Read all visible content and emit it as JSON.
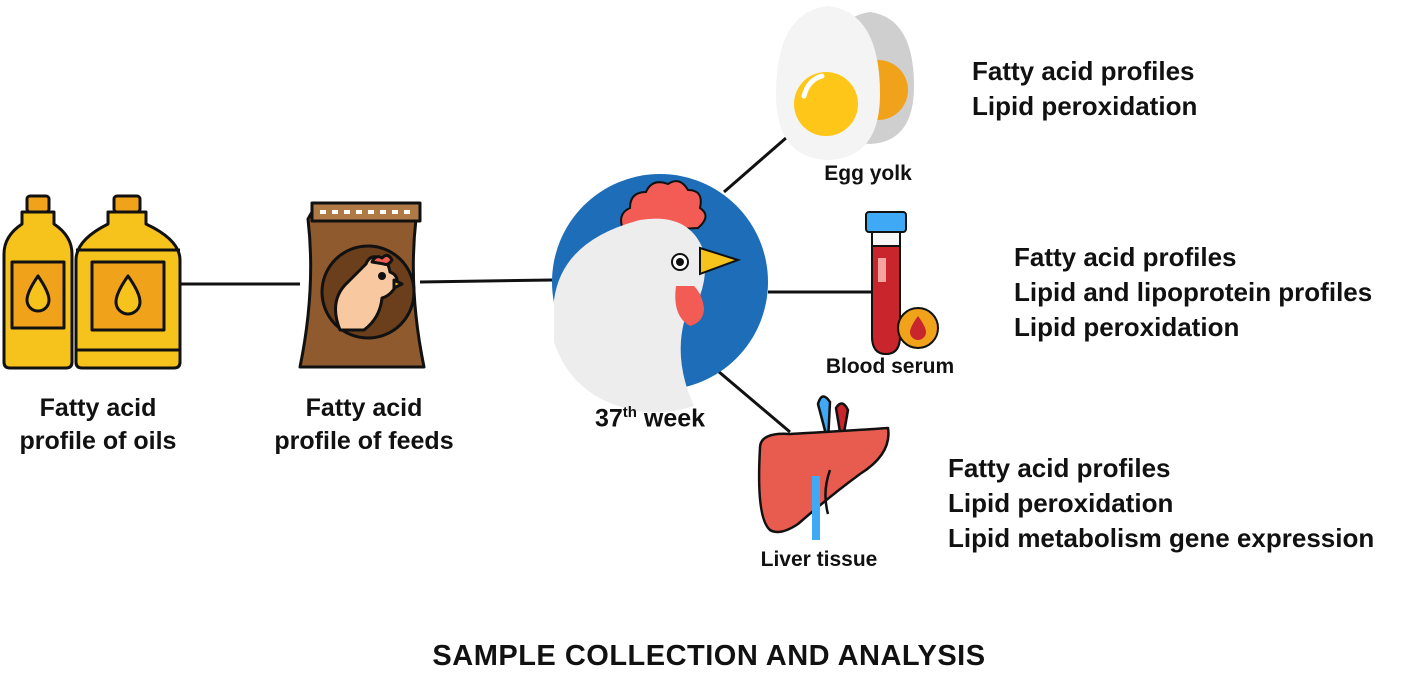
{
  "nodes": {
    "oils": {
      "line1": "Fatty acid",
      "line2": "profile of oils"
    },
    "feeds": {
      "line1": "Fatty acid",
      "line2": "profile of feeds"
    },
    "hen": {
      "number": "37",
      "suffix": "th",
      "word": " week"
    },
    "egg": {
      "label": "Egg yolk",
      "analyses": [
        "Fatty acid profiles",
        "Lipid peroxidation"
      ]
    },
    "blood": {
      "label": "Blood serum",
      "analyses": [
        "Fatty acid profiles",
        "Lipid and lipoprotein profiles",
        "Lipid peroxidation"
      ]
    },
    "liver": {
      "label": "Liver tissue",
      "analyses": [
        "Fatty acid profiles",
        "Lipid peroxidation",
        "Lipid metabolism gene expression"
      ]
    }
  },
  "footer": {
    "title": "SAMPLE COLLECTION AND ANALYSIS"
  },
  "colors": {
    "oil_yellow": "#F6C21C",
    "oil_orange": "#F0A21A",
    "bag_brown": "#8E5A2E",
    "hen_circle_blue": "#1D6DB8",
    "comb_red": "#F25C54",
    "yolk": "#FFC61A",
    "tube_red": "#C9252C",
    "tube_cap": "#3FA9F5",
    "liver_red": "#E85C50"
  }
}
